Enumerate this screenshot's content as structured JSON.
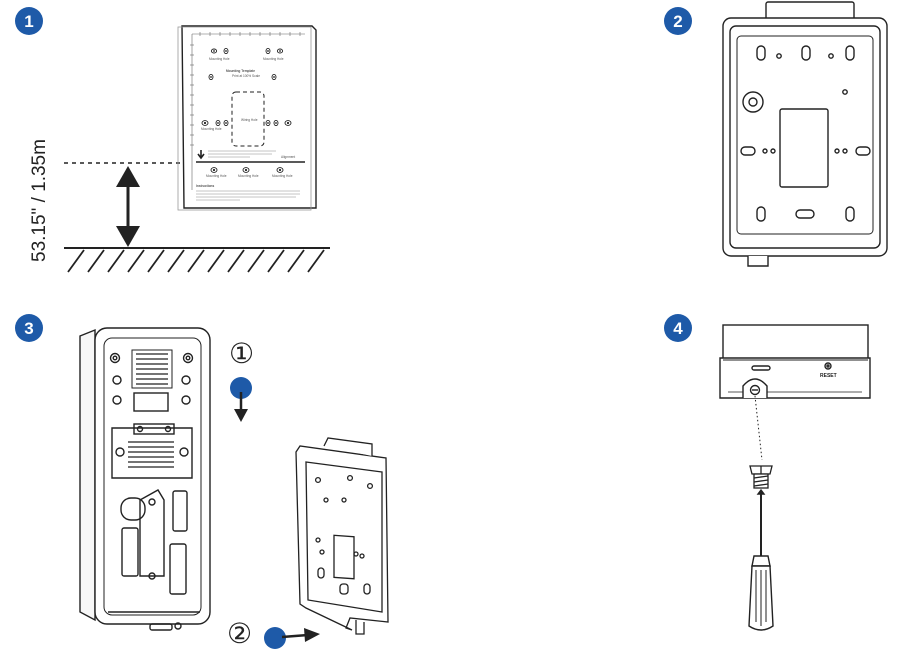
{
  "steps": [
    {
      "number": "1"
    },
    {
      "number": "2"
    },
    {
      "number": "3"
    },
    {
      "number": "4"
    }
  ],
  "step1": {
    "height_label": "53.15\" / 1.35m",
    "template_title": "Mounting Template",
    "template_subtitle": "Print at 100% Scale",
    "hole_label": "Mounting Hole",
    "wiring_label": "Wiring Hole",
    "align_label": "Alignment",
    "instructions_title": "Instructions"
  },
  "step3": {
    "sub_step_1": "①",
    "sub_step_2": "②"
  },
  "step4": {
    "reset_label": "RESET"
  },
  "colors": {
    "accent": "#1e5aa8",
    "line": "#222222",
    "panel": "#ffffff"
  },
  "icons": [
    "arrow-down-icon",
    "arrow-right-icon",
    "screw-icon",
    "screwdriver-icon"
  ]
}
